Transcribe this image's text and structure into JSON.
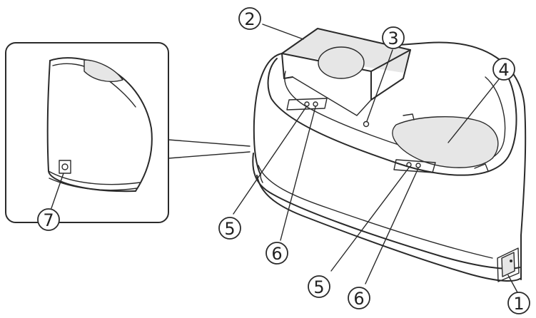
{
  "callouts": [
    {
      "id": "c1",
      "label": "1"
    },
    {
      "id": "c2",
      "label": "2"
    },
    {
      "id": "c3",
      "label": "3"
    },
    {
      "id": "c4",
      "label": "4"
    },
    {
      "id": "c5a",
      "label": "5"
    },
    {
      "id": "c6a",
      "label": "6"
    },
    {
      "id": "c5b",
      "label": "5"
    },
    {
      "id": "c6b",
      "label": "6"
    },
    {
      "id": "c7",
      "label": "7"
    }
  ],
  "colors": {
    "line": "#2a2a2a",
    "shade": "#e6e6e6",
    "background": "#ffffff"
  },
  "icons": [
    "power-switch-icon",
    "dc-jack-icon",
    "led-indicator-icon"
  ]
}
